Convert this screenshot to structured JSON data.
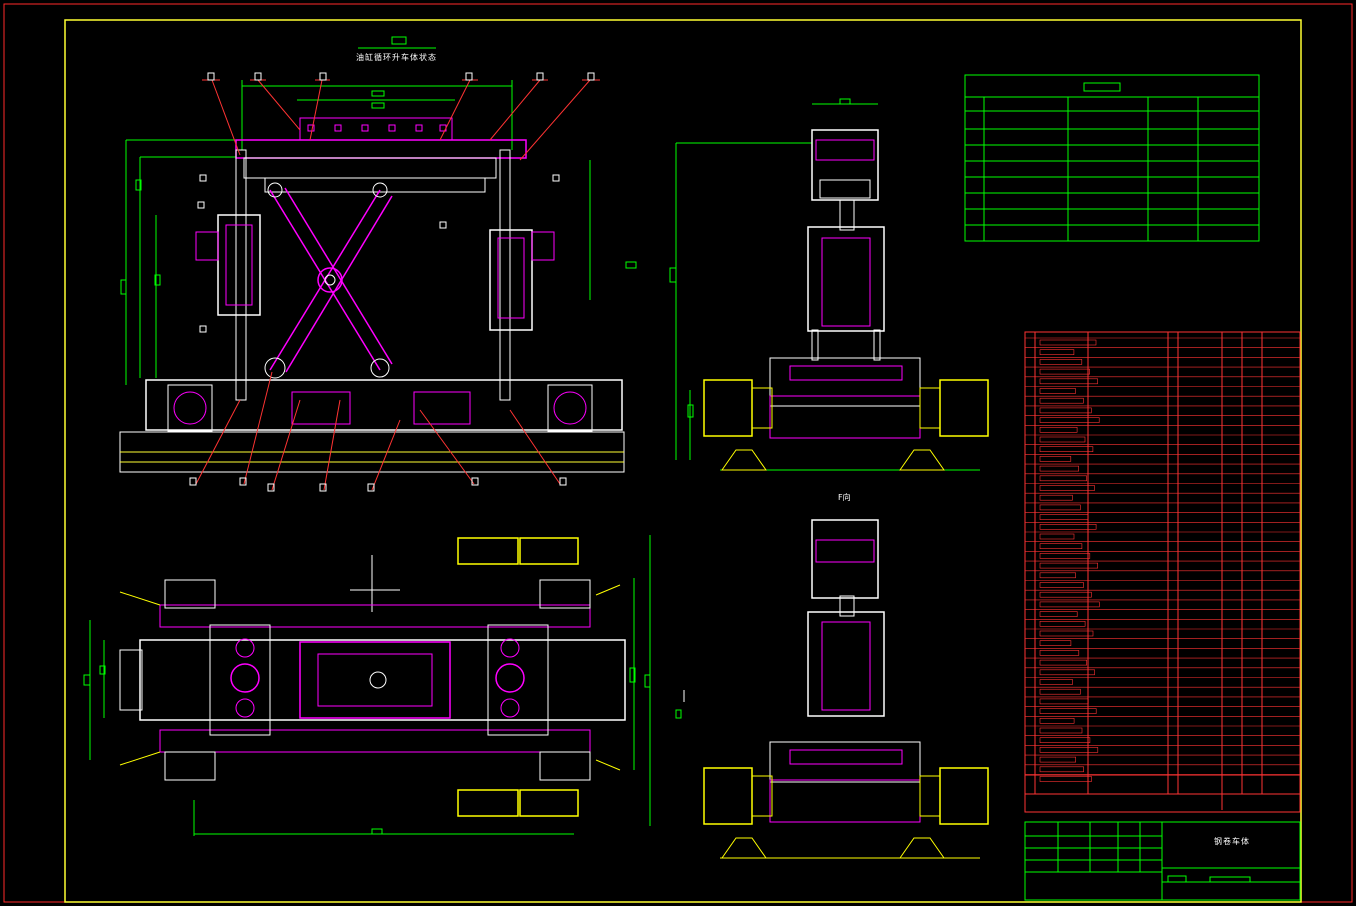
{
  "drawing": {
    "top_view_caption": "油缸循环升车体状态",
    "side_view_caption": "F向",
    "title_block_name": "钢卷车体"
  },
  "colors": {
    "background": "#000000",
    "outer_border": "#ff2a2a",
    "inner_frame": "#ffff33",
    "structure": "#ff00ff",
    "outline": "#ffffff",
    "dimension": "#00ff00",
    "leader": "#ff3333",
    "drive": "#ffff00",
    "parts_list": "#ff3333",
    "title_block": "#00ff00"
  }
}
